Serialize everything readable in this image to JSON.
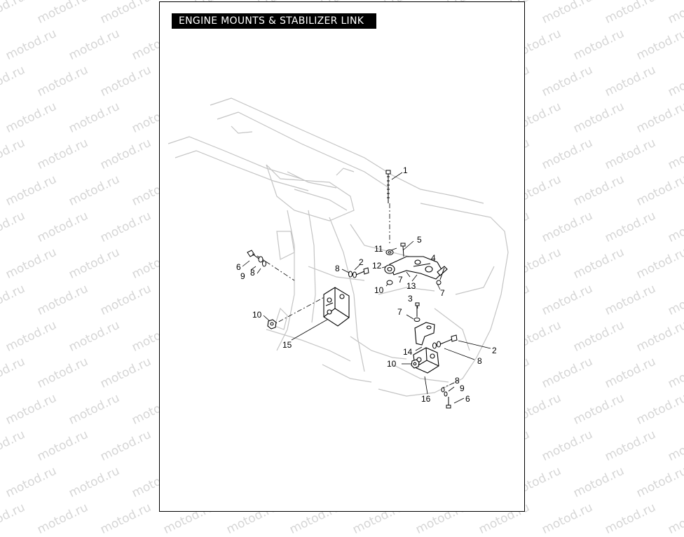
{
  "title": "ENGINE MOUNTS & STABILIZER LINK",
  "watermark": "motod.ru",
  "callouts": [
    {
      "id": "c1",
      "label": "1"
    },
    {
      "id": "c2a",
      "label": "2"
    },
    {
      "id": "c2b",
      "label": "2"
    },
    {
      "id": "c3",
      "label": "3"
    },
    {
      "id": "c4",
      "label": "4"
    },
    {
      "id": "c5",
      "label": "5"
    },
    {
      "id": "c6a",
      "label": "6"
    },
    {
      "id": "c6b",
      "label": "6"
    },
    {
      "id": "c7a",
      "label": "7"
    },
    {
      "id": "c7b",
      "label": "7"
    },
    {
      "id": "c7c",
      "label": "7"
    },
    {
      "id": "c8a",
      "label": "8"
    },
    {
      "id": "c8b",
      "label": "8"
    },
    {
      "id": "c8c",
      "label": "8"
    },
    {
      "id": "c8d",
      "label": "8"
    },
    {
      "id": "c9a",
      "label": "9"
    },
    {
      "id": "c9b",
      "label": "9"
    },
    {
      "id": "c10a",
      "label": "10"
    },
    {
      "id": "c10b",
      "label": "10"
    },
    {
      "id": "c10c",
      "label": "10"
    },
    {
      "id": "c11",
      "label": "11"
    },
    {
      "id": "c12",
      "label": "12"
    },
    {
      "id": "c13",
      "label": "13"
    },
    {
      "id": "c14",
      "label": "14"
    },
    {
      "id": "c15",
      "label": "15"
    },
    {
      "id": "c16",
      "label": "16"
    }
  ],
  "colors": {
    "ink": "#000000",
    "frame_sketch": "#bdbdbd",
    "watermark": "#d6d6d6",
    "title_bg": "#000000",
    "title_fg": "#ffffff"
  }
}
